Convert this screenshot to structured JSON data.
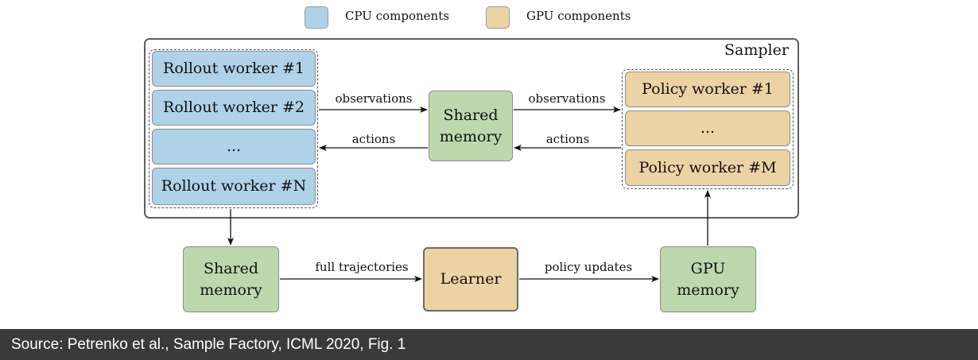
{
  "legend": {
    "cpu_label": "CPU components",
    "gpu_label": "GPU components",
    "cpu_color": "#afd2e8",
    "gpu_color": "#ecd3a5"
  },
  "sampler": {
    "title": "Sampler"
  },
  "rollout_workers": [
    "Rollout worker #1",
    "Rollout worker #2",
    "...",
    "Rollout worker #N"
  ],
  "policy_workers": [
    "Policy worker #1",
    "...",
    "Policy worker #M"
  ],
  "shared_memory_sampler": {
    "line1": "Shared",
    "line2": "memory"
  },
  "shared_memory_bottom": {
    "line1": "Shared",
    "line2": "memory"
  },
  "learner": {
    "label": "Learner"
  },
  "gpu_memory": {
    "line1": "GPU",
    "line2": "memory"
  },
  "edges": {
    "obs_left": "observations",
    "obs_right": "observations",
    "actions_left": "actions",
    "actions_right": "actions",
    "full_trajectories": "full trajectories",
    "policy_updates": "policy updates"
  },
  "footer": {
    "source": "Source: Petrenko et al., Sample Factory, ICML 2020, Fig. 1"
  }
}
